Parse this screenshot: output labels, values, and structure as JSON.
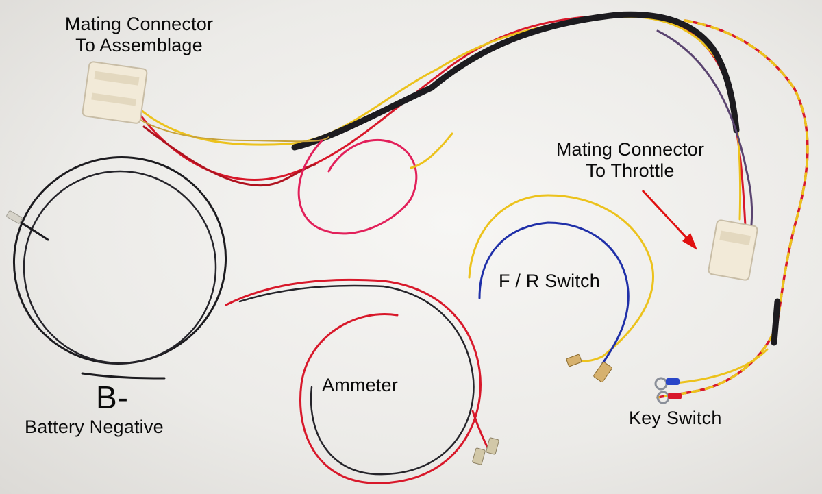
{
  "labels": {
    "assemblage_line1": "Mating Connector",
    "assemblage_line2": "To Assemblage",
    "throttle_line1": "Mating Connector",
    "throttle_line2": "To Throttle",
    "fr_switch": "F / R Switch",
    "ammeter": "Ammeter",
    "key_switch": "Key Switch",
    "b_minus": "B-",
    "battery_negative": "Battery Negative"
  },
  "colors": {
    "background": "#efeeec",
    "wire_black": "#1c1b1f",
    "wire_red": "#d8182a",
    "wire_yellow": "#ecc21c",
    "wire_blue": "#1f2fa8",
    "wire_pink": "#e2205a",
    "wire_purple": "#5a4470",
    "connector": "#f2ead8",
    "arrow": "#e01010"
  }
}
